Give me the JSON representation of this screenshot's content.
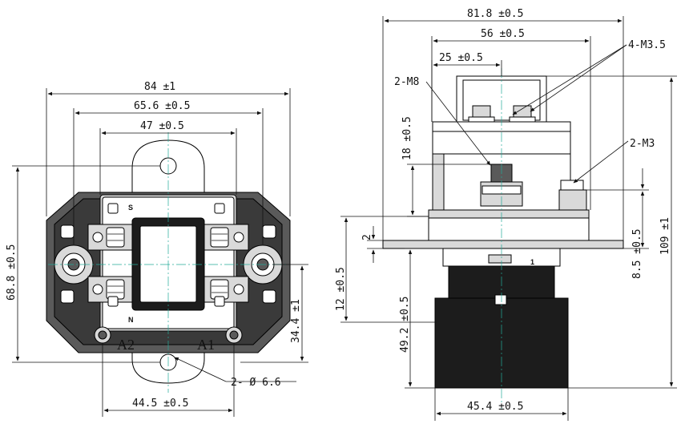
{
  "front_view": {
    "dims": {
      "overall_width": "84 ±1",
      "hole_span": "65.6 ±0.5",
      "inner_span": "47 ±0.5",
      "bottom_span": "44.5 ±0.5",
      "height": "68.8 ±0.5",
      "terminal_height": "34.4 ±1",
      "mount_hole": "2- Ø 6.6"
    },
    "labels": {
      "s": "S",
      "n": "N",
      "a1": "A1",
      "a2": "A2"
    }
  },
  "side_view": {
    "dims": {
      "overall_width": "81.8 ±0.5",
      "hole_span": "56 ±0.5",
      "offset": "25 ±0.5",
      "stud_height": "18 ±0.5",
      "flange": "2",
      "flange_height": "12 ±0.5",
      "body_height": "49.2 ±0.5",
      "terminal_height": "8.5 ±0.5",
      "overall_height": "109 ±1",
      "base_width": "45.4 ±0.5"
    },
    "callouts": {
      "m35": "4-M3.5",
      "m8": "2-M8",
      "m3": "2-M3"
    },
    "labels": {
      "one": "1"
    }
  }
}
